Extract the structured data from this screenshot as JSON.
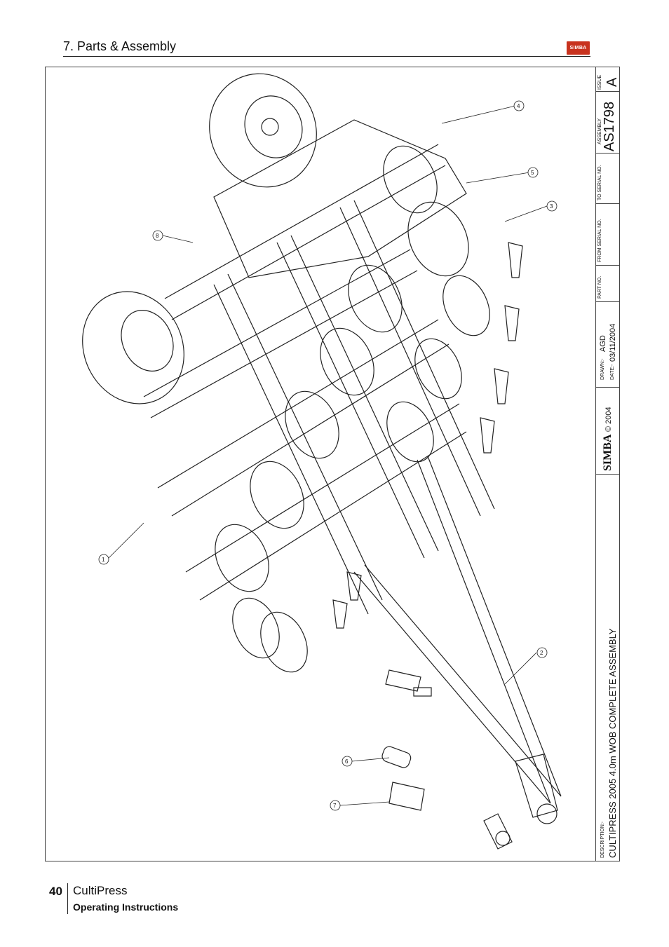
{
  "header": {
    "section_title": "7. Parts & Assembly",
    "logo_text": "SIMBA"
  },
  "callouts": [
    "1",
    "2",
    "3",
    "4",
    "5",
    "6",
    "7",
    "8"
  ],
  "title_block": {
    "issue_label": "ISSUE",
    "issue_value": "A",
    "assembly_label": "ASSEMBLY",
    "assembly_no": "AS1798",
    "to_serial_label": "TO SERIAL NO.",
    "from_serial_label": "FROM SERIAL NO.",
    "part_no_label": "PART NO.",
    "drawn_label": "DRAWN:-",
    "drawn_value": "AGD",
    "date_label": "DATE:-",
    "date_value": "03/11/2004",
    "copyright": "© 2004",
    "brand_logo": "SIMBA",
    "description_label": "DESCRIPTION:-",
    "description": "CULTIPRESS 2005 4.0m WOB COMPLETE ASSEMBLY"
  },
  "footer": {
    "page_number": "40",
    "product": "CultiPress",
    "subtitle": "Operating Instructions"
  }
}
